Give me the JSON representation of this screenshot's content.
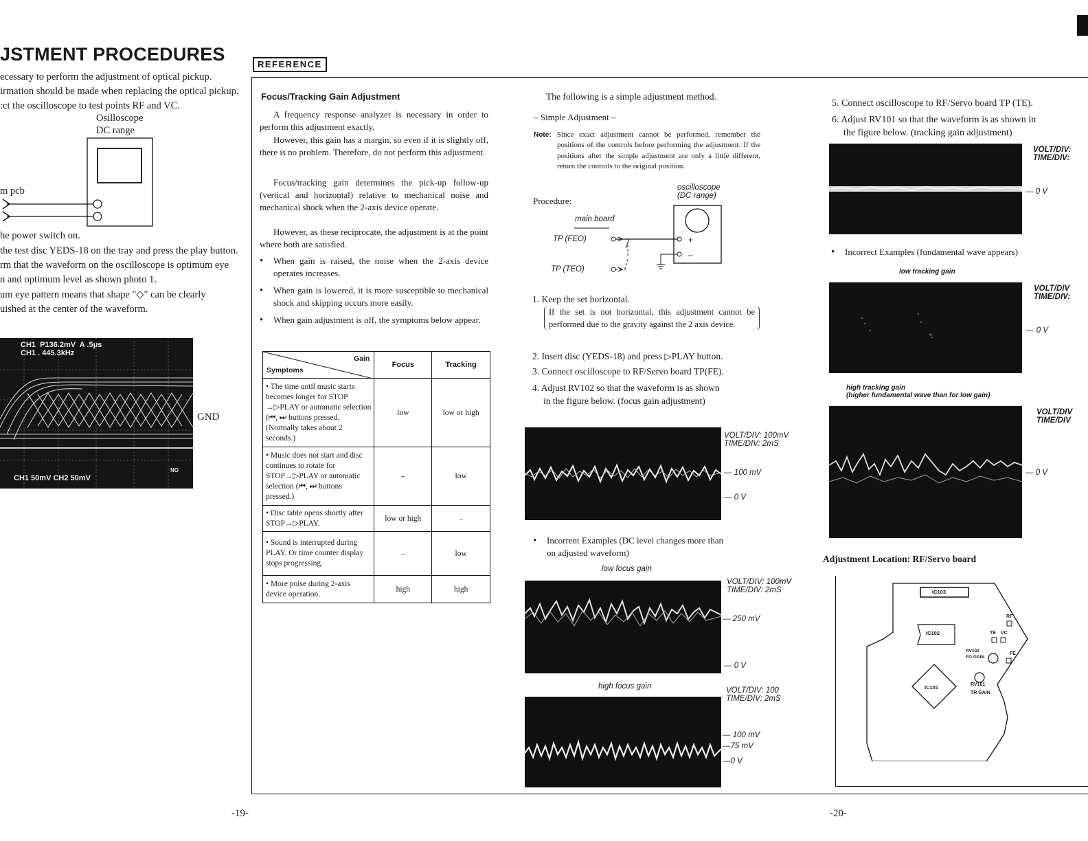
{
  "left_page": {
    "heading": "JSTMENT PROCEDURES",
    "lines": [
      "ecessary to perform the adjustment of optical pickup.",
      "irmation should be made when replacing the optical pickup.",
      ":ct the oscilloscope to test points RF and VC."
    ],
    "scope_label_1": "Osilloscope",
    "scope_label_2": "DC range",
    "pcb_label": "m pcb",
    "steps": [
      "he power switch on.",
      "the test disc YEDS-18 on the tray and press the play button.",
      "rm that the waveform on the oscilloscope is optimum eye",
      "n and optimum level as shown photo 1.",
      "um eye pattern means that shape \"◇\" can be clearly",
      "uished at the center of the waveform."
    ],
    "photo_readout_1": "CH1  P136.2mV  A .5μs",
    "photo_readout_2": "CH1 . 445.3kHz",
    "photo_readout_3": "CH1 50mV CH2 50mV",
    "photo_readout_4": "NO",
    "gnd_label": "GND",
    "page_number": "-19-"
  },
  "reference_tag": "REFERENCE",
  "focus_section": {
    "title": "Focus/Tracking Gain Adjustment",
    "paragraphs": [
      "A frequency response analyzer is necessary in order to perform this adjustment exactly.",
      "However, this gain has a margin, so even if it is slightly off, there is no problem. Therefore, do not perform this adjustment.",
      "Focus/tracking gain determines the pick-up follow-up (vertical and horizontal) relative to mechanical noise and mechanical shock when the 2-axis device operate.",
      "However, as these reciprocate, the adjustment is at the point where both are satisfied."
    ],
    "bullets": [
      "When gain is raised, the noise when the 2-axis device operates increases.",
      "When gain is lowered, it is more susceptible to mechanical shock and skipping occurs more easily.",
      "When gain adjustment is off, the symptoms below appear."
    ],
    "table": {
      "corner_gain": "Gain",
      "corner_symptoms": "Symptoms",
      "col_focus": "Focus",
      "col_tracking": "Tracking",
      "rows": [
        {
          "symptom": "• The time until music starts becomes longer for STOP →▷PLAY or automatic selection (⏮, ⏭ buttons pressed. (Normally takes about 2 seconds.)",
          "focus": "low",
          "tracking": "low or high"
        },
        {
          "symptom": "• Music does not start and disc continues to rotate for STOP→▷PLAY or automatic selection (⏮, ⏭ buttons pressed.)",
          "focus": "–",
          "tracking": "low"
        },
        {
          "symptom": "• Disc table opens shortly after STOP→▷PLAY.",
          "focus": "low or high",
          "tracking": "–"
        },
        {
          "symptom": "• Sound is interrupted during PLAY. Or time counter display stops progressing.",
          "focus": "–",
          "tracking": "low"
        },
        {
          "symptom": "• More poise during 2-axis device operation.",
          "focus": "high",
          "tracking": "high"
        }
      ]
    }
  },
  "simple_section": {
    "intro": "The following is a simple adjustment method.",
    "subtitle": "– Simple Adjustment –",
    "note_label": "Note:",
    "note_text": "Since exact adjustment cannot be performed, remember the positions of the controls before performing the adjustment. If the positions after the simple adjustment are only a little different, return the controls to the original position.",
    "procedure_label": "Procedure:",
    "osc_label_1": "oscilloscope",
    "osc_label_2": "(DC range)",
    "main_board_label": "main board",
    "tp_feo": "TP (FEO)",
    "tp_teo": "TP (TEO)",
    "plus": "+",
    "minus": "–",
    "step1": "1. Keep the set horizontal.",
    "step1_note": "If the set is not horizontal, this adjustment cannot be performed due to the gravity against the 2 axis device.",
    "step2": "2. Insert disc (YEDS-18) and press ▷PLAY button.",
    "step3": "3. Connect oscilloscope to RF/Servo board TP(FE).",
    "step4a": "4. Adjust RV102 so that the waveform is as shown",
    "step4b": "in the figure below. (focus gain adjustment)",
    "wave1": {
      "volt": "VOLT/DIV:  100mV",
      "time": "TIME/DIV:  2mS",
      "lvl1": "100 mV",
      "lvl2": "0 V"
    },
    "incorrect_a": "Incorrent Examples (DC level changes more than",
    "incorrect_b": "on adjusted waveform)",
    "low_focus": "low focus gain",
    "wave2": {
      "volt": "VOLT/DIV:  100mV",
      "time": "TIME/DIV:  2mS",
      "lvl1": "250 mV",
      "lvl2": "0 V"
    },
    "high_focus": "high focus gain",
    "wave3": {
      "volt": "VOLT/DIV:  100",
      "time": "TIME/DIV:  2mS",
      "lvl1": "100 mV",
      "lvl2": "75 mV",
      "lvl3": "0 V"
    }
  },
  "right_page": {
    "step5": "5. Connect oscilloscope to RF/Servo board TP (TE).",
    "step6a": "6. Adjust RV101 so that the waveform is as shown in",
    "step6b": "the figure below. (tracking gain adjustment)",
    "wave_a": {
      "volt": "VOLT/DIV:",
      "time": "TIME/DIV:",
      "lvl": "0 V"
    },
    "incorrect": "Incorrect Examples (fundamental wave appears)",
    "low_tracking": "low tracking gain",
    "wave_b": {
      "volt": "VOLT/DIV",
      "time": "TIME/DIV:",
      "lvl": "0 V"
    },
    "high_tracking_1": "high tracking gain",
    "high_tracking_2": "(higher fundamental wave than for low gain)",
    "wave_c": {
      "volt": "VOLT/DIV",
      "time": "TIME/DIV",
      "lvl": "0 V"
    },
    "location": "Adjustment Location:  RF/Servo board",
    "board": {
      "ic103": "IC103",
      "ic102": "IC102",
      "ic101": "IC101",
      "rf": "RF",
      "te": "TE",
      "vc": "VC",
      "fe": "FE",
      "rv102": "RV102",
      "fo_gain": "FO GAIN",
      "rv101": "RV101",
      "tr_gain": "TR GAIN"
    },
    "page_number": "-20-"
  }
}
